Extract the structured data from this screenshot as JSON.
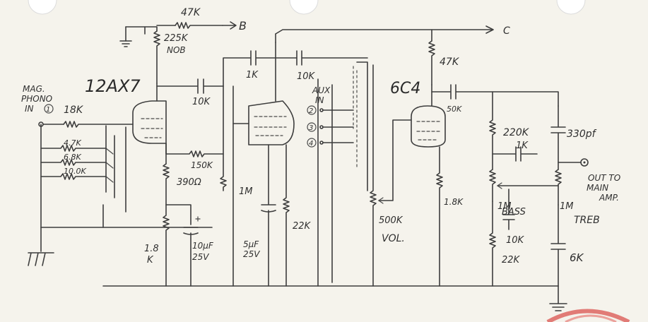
{
  "diagram": {
    "tube_labels": {
      "v1": "12AX7",
      "v2": "6C4"
    },
    "supply": {
      "b_plus": "B",
      "c_plus": "C"
    },
    "input": {
      "mag_phono": "MAG.",
      "phono": "PHONO",
      "in_1": "IN",
      "one_circle": "1",
      "r_in": "18K"
    },
    "ladder": [
      "4.7K",
      "6.8K",
      "10.0K"
    ],
    "components": {
      "r_47k_top": "47K",
      "r_225k": "225K",
      "r_nob": "NOB",
      "c_10k_fb": "10K",
      "c_1k": "1K",
      "c_10k": "10K",
      "r_150k": "150K",
      "r_390": "390Ω",
      "r_1m_grid": "1M",
      "r_1_8k": "1.8",
      "r_1_8k_unit": "K",
      "c_10uf": "10µF",
      "c_10uf_v": "25V",
      "c_5uf": "5µF",
      "c_5uf_v": "25V",
      "r_22k_cath": "22K",
      "r_500k": "500K",
      "vol": "VOL.",
      "r_47k_plate": "47K",
      "c_50k": "50K",
      "r_1_8k_6c4": "1.8K",
      "r_220k": "220K",
      "c_330pf": "330pf",
      "c_1k_tone": "1K",
      "bass_pot": "1M",
      "bass": "BASS",
      "r_10k_tone": "10K",
      "r_22k_tone": "22K",
      "treb_pot": "1M",
      "treb": "TREB",
      "c_6k": "6K"
    },
    "aux": {
      "title": "AUX",
      "in": "IN",
      "inputs": [
        "2",
        "3",
        "4"
      ]
    },
    "output": {
      "line1": "OUT TO",
      "line2": "MAIN",
      "line3": "AMP."
    }
  }
}
